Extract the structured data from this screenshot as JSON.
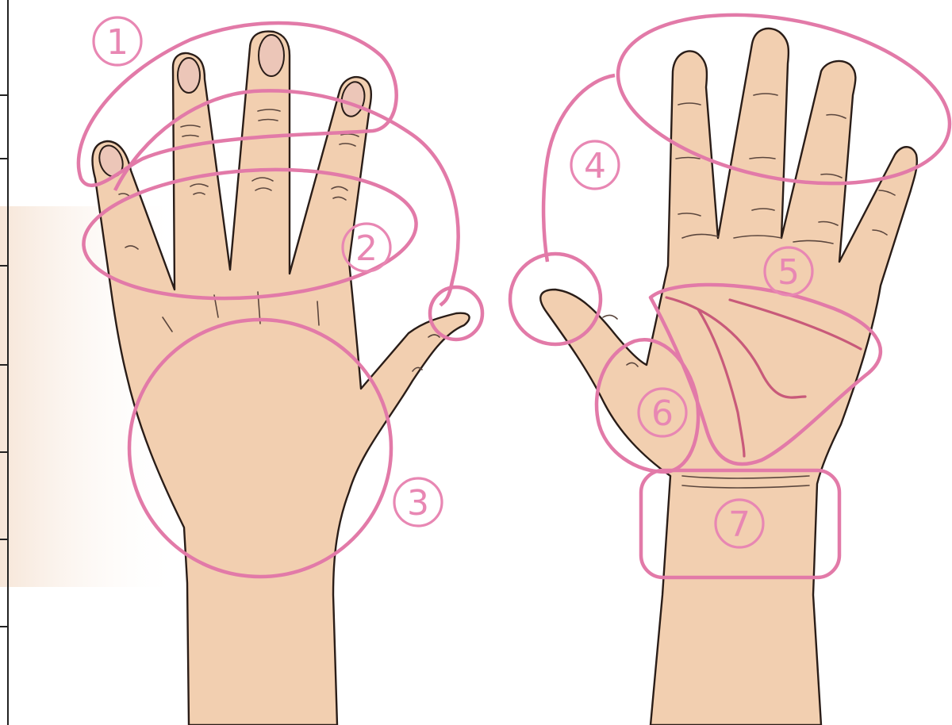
{
  "diagram": {
    "colors": {
      "outline": "#e27aa8",
      "label": "#e887b3",
      "skin": "#f2cfb0",
      "ink": "#2a1d18"
    },
    "labels": [
      {
        "id": "zone-1",
        "text": "1"
      },
      {
        "id": "zone-2",
        "text": "2"
      },
      {
        "id": "zone-3",
        "text": "3"
      },
      {
        "id": "zone-4",
        "text": "4"
      },
      {
        "id": "zone-5",
        "text": "5"
      },
      {
        "id": "zone-6",
        "text": "6"
      },
      {
        "id": "zone-7",
        "text": "7"
      }
    ]
  }
}
